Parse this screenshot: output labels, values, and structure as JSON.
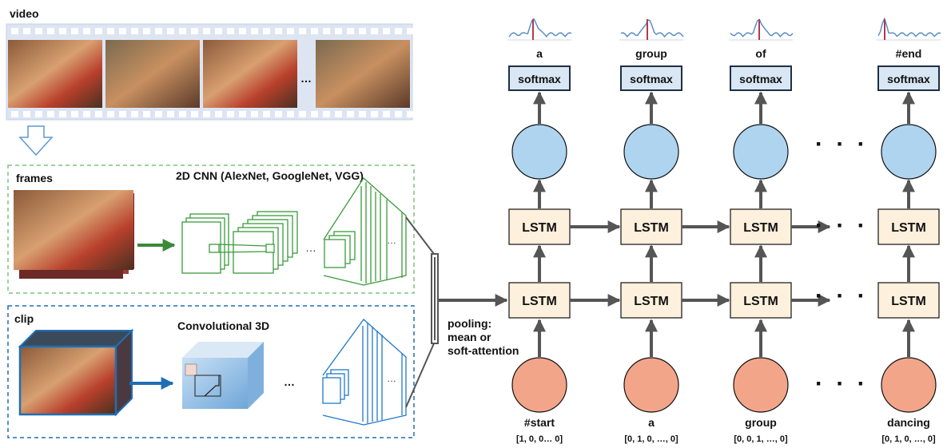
{
  "labels": {
    "video": "video",
    "frames": "frames",
    "cnn2d": "2D CNN (AlexNet, GoogleNet, VGG)",
    "clip": "clip",
    "conv3d": "Convolutional 3D",
    "pooling_1": "pooling:",
    "pooling_2": "mean or",
    "pooling_3": "soft-attention",
    "ellipsis": "…",
    "dots": "· · ·"
  },
  "columns": [
    {
      "output_word": "a",
      "input_word": "#start",
      "input_vector": "[1, 0, 0… 0]"
    },
    {
      "output_word": "group",
      "input_word": "a",
      "input_vector": "[0, 1, 0, …, 0]"
    },
    {
      "output_word": "of",
      "input_word": "group",
      "input_vector": "[0, 0, 1, …, 0]"
    },
    {
      "output_word": "#end",
      "input_word": "dancing",
      "input_vector": "[0, 1, 0, …, 0]"
    }
  ],
  "blocks": {
    "softmax": "softmax",
    "lstm": "LSTM"
  },
  "colors": {
    "frames_border": "#7dc47d",
    "clip_border": "#1f6fb5",
    "cnn2d_stroke": "#3a9a3a",
    "conv3d_stroke": "#1f78c8",
    "softmax_fill": "#d9e6f4",
    "lstm_fill": "#fdf0dc",
    "hidden_node": "#aed4f0",
    "input_node": "#f3a58a",
    "arrow": "#555555",
    "film_strip": "#dde5f3"
  }
}
